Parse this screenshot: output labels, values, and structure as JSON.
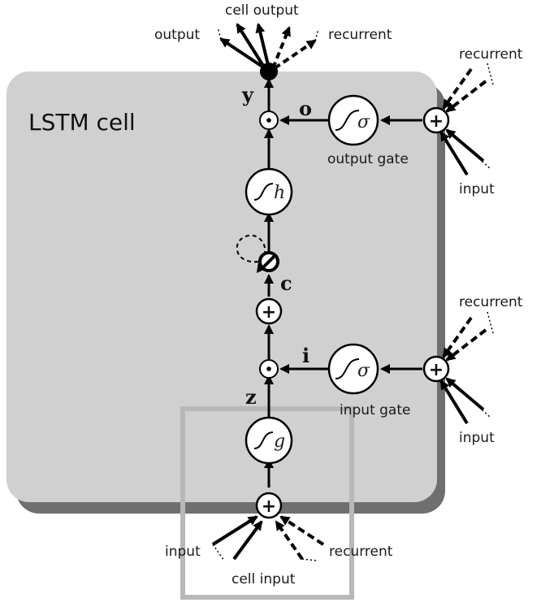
{
  "title": "LSTM cell",
  "labels": {
    "cell_output": "cell output",
    "output_top": "output",
    "recurrent_top": "recurrent",
    "recurrent_og": "recurrent",
    "input_og": "input",
    "output_gate": "output gate",
    "recurrent_ig": "recurrent",
    "input_ig": "input",
    "input_gate": "input gate",
    "cell_input": "cell input",
    "input_bottom": "input",
    "recurrent_bottom": "recurrent"
  },
  "variables": {
    "y": "y",
    "o": "o",
    "c": "c",
    "i": "i",
    "z": "z"
  },
  "functions": {
    "h": "h",
    "g": "g",
    "sigma_out": "σ",
    "sigma_in": "σ"
  },
  "operators": {
    "plus": "+",
    "dot": "·"
  }
}
